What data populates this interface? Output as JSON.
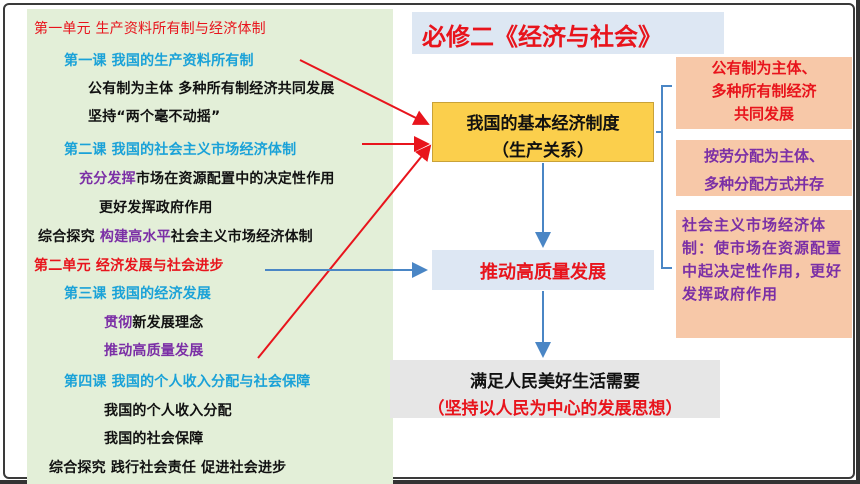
{
  "title": "必修二《经济与社会》",
  "outline": {
    "unit1": "第一单元 生产资料所有制与经济体制",
    "lesson1": "第一课 我国的生产资料所有制",
    "l1_item1": "公有制为主体 多种所有制经济共同发展",
    "l1_item2": "坚持“两个毫不动摇”",
    "lesson2": "第二课 我国的社会主义市场经济体制",
    "l2_item1_a": "充分发挥",
    "l2_item1_b": "市场在资源配置中的决定性作用",
    "l2_item2": "更好发挥政府作用",
    "explore1_a": "综合探究 ",
    "explore1_b": "构建高水平",
    "explore1_c": "社会主义市场经济体制",
    "unit2": "第二单元 经济发展与社会进步",
    "lesson3": "第三课 我国的经济发展",
    "l3_item1_a": "贯彻",
    "l3_item1_b": "新发展理念",
    "l3_item2": "推动高质量发展",
    "lesson4": "第四课 我国的个人收入分配与社会保障",
    "l4_item1": "我国的个人收入分配",
    "l4_item2": "我国的社会保障",
    "explore2": "综合探究 践行社会责任 促进社会进步"
  },
  "core": {
    "line1": "我国的基本经济制度",
    "line2": "（生产关系）"
  },
  "development": "推动高质量发展",
  "goal": {
    "line1": "满足人民美好生活需要",
    "line2": "（坚持以人民为中心的发展思想）"
  },
  "side": {
    "box1": [
      "公有制为主体、",
      "多种所有制经济",
      "共同发展"
    ],
    "box2": [
      "按劳分配为主体、",
      "多种分配方式并存"
    ],
    "box3": "社会主义市场经济体制：使市场在资源配置中起决定性作用，更好发挥政府作用"
  },
  "colors": {
    "red": "#e8141c",
    "blue": "#1aa2d8",
    "purple": "#7b2fa6",
    "outline_bg": "#e3efd8",
    "core_bg": "#fbcf4c",
    "side_bg": "#f7c8a8"
  }
}
